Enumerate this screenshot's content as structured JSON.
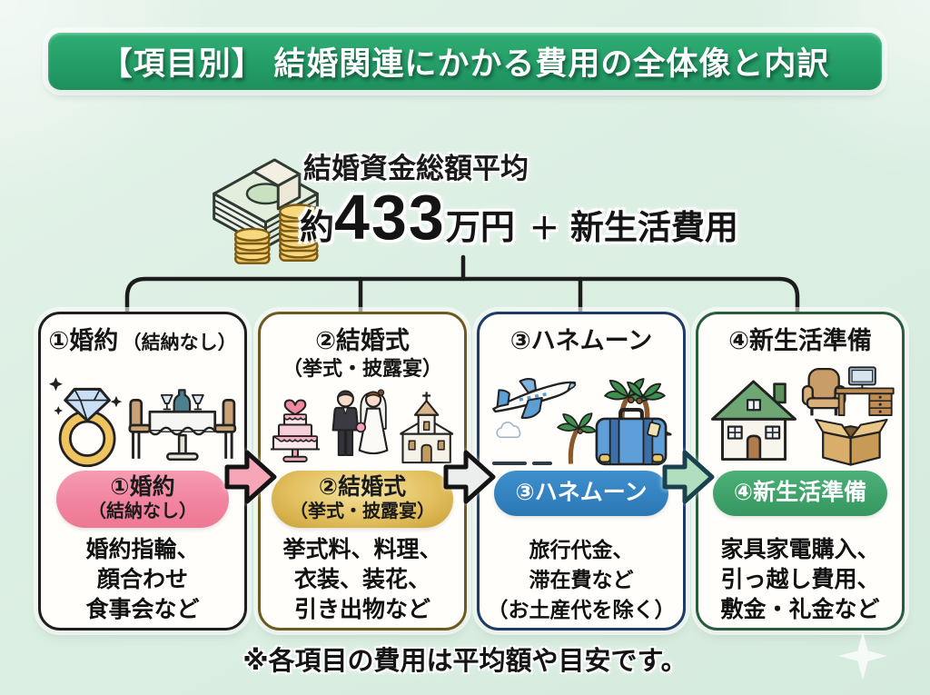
{
  "header": {
    "title": "【項目別】 結婚関連にかかる費用の全体像と内訳"
  },
  "summary": {
    "icon": "money-stack-coins-icon",
    "label": "結婚資金総額平均",
    "approx": "約",
    "amount": "433",
    "unit": "万円",
    "plus": "＋",
    "extra": "新生活費用"
  },
  "steps": [
    {
      "title_main": "①婚約",
      "title_sub": "（結納なし）",
      "pill_line1": "①婚約",
      "pill_line2": "（結納なし）",
      "body_line1": "婚約指輪、",
      "body_line2": "顔合わせ",
      "body_line3": "食事会など",
      "icons": [
        "engagement-ring-icon",
        "dinner-table-icon"
      ],
      "accent_color": "#f2849f",
      "border_color": "#1e1e1e"
    },
    {
      "title_main": "②結婚式",
      "title_sub": "（挙式・披露宴）",
      "pill_line1": "②結婚式",
      "pill_line2": "（挙式・披露宴）",
      "body_line1": "挙式料、料理、",
      "body_line2": "衣装、装花、",
      "body_line3": "引き出物など",
      "icons": [
        "wedding-cake-icon",
        "bride-groom-icon",
        "church-icon"
      ],
      "accent_color": "#d8b04a",
      "border_color": "#6e5a20"
    },
    {
      "title_main": "③ハネムーン",
      "pill_line1": "③ハネムーン",
      "body_line1": "旅行代金、",
      "body_line2": "滞在費など",
      "body_line3": "（お土産代を除く）",
      "icons": [
        "airplane-icon",
        "palm-island-icon",
        "cloud-icon",
        "palm-tree-icon",
        "suitcase-icon"
      ],
      "accent_color": "#2e7ec1",
      "border_color": "#1e3a66"
    },
    {
      "title_main": "④新生活準備",
      "pill_line1": "④新生活準備",
      "body_line1": "家具家電購入、",
      "body_line2": "引っ越し費用、",
      "body_line3": "敷金・礼金など",
      "icons": [
        "house-icon",
        "armchair-icon",
        "desk-computer-icon",
        "moving-box-icon"
      ],
      "accent_color": "#3fa469",
      "border_color": "#2a5c3c"
    }
  ],
  "arrows": [
    {
      "name": "arrow-1",
      "fill": "#f7a6b8",
      "outline": "#141414"
    },
    {
      "name": "arrow-2",
      "fill": "#eceeee",
      "outline": "#141414"
    },
    {
      "name": "arrow-3",
      "fill": "#b2dec0",
      "outline": "#19424e"
    }
  ],
  "footnote": "※各項目の費用は平均額や目安です。",
  "palette": {
    "background": "#dcefe3",
    "header_green": "#23a168",
    "text_dark": "#1a1a1a",
    "text_white": "#ffffff"
  }
}
